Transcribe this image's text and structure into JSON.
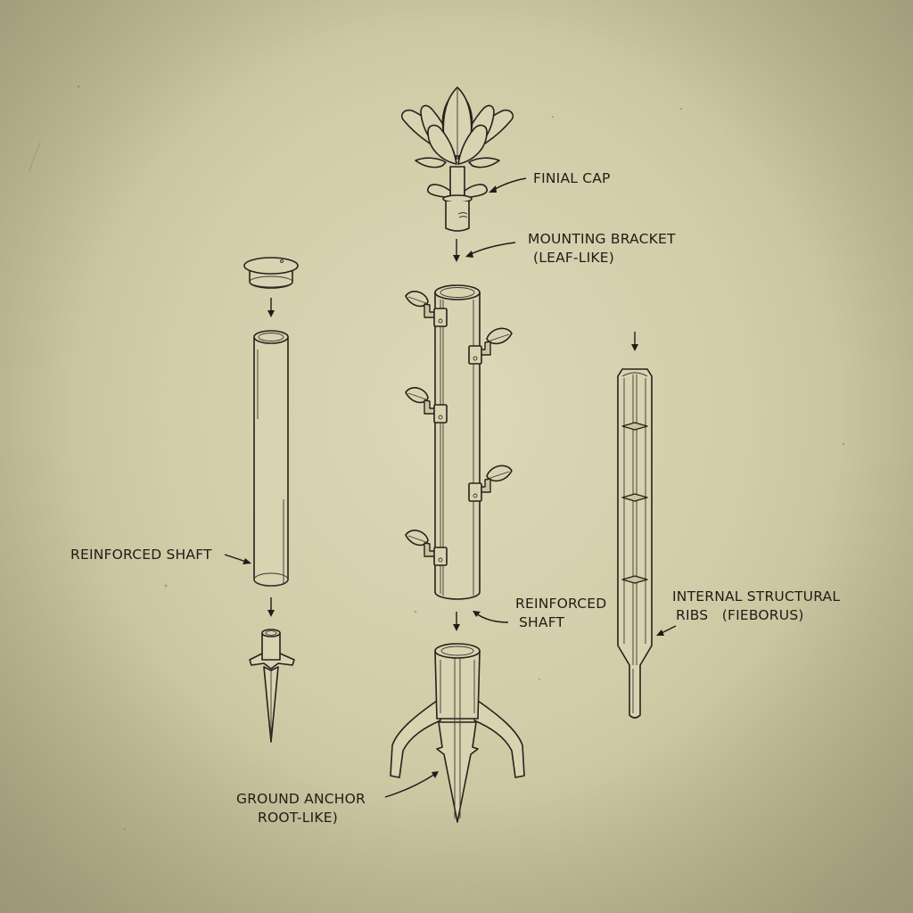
{
  "diagram": {
    "type": "exploded-assembly-illustration",
    "style": "patent-style line drawing on aged paper",
    "colors": {
      "paper": "#d6d0ae",
      "paper_edge": "#b3ad88",
      "ink": "#24221c"
    }
  },
  "labels": {
    "finial_cap": "FINIAL CAP",
    "mounting_bracket_line1": "MOUNTING BRACKET",
    "mounting_bracket_line2": "(LEAF-LIKE)",
    "reinforced_shaft_left": "REINFORCED SHAFT",
    "reinforced_shaft_center_line1": "REINFORCED",
    "reinforced_shaft_center_line2": "SHAFT",
    "internal_ribs_line1": "INTERNAL STRUCTURAL",
    "internal_ribs_line2": "RIBS   (FIEBORUS)",
    "ground_anchor_line1": "GROUND ANCHOR",
    "ground_anchor_line2": "ROOT-LIKE)"
  },
  "components": [
    {
      "id": "finial-cap",
      "name": "Finial Cap (lotus flower)",
      "column": "center"
    },
    {
      "id": "center-shaft",
      "name": "Center shaft with 5 leaf brackets",
      "column": "center",
      "bracket_count": 5
    },
    {
      "id": "ground-anchor",
      "name": "Ground anchor (root-like, 3 prongs)",
      "column": "center"
    },
    {
      "id": "end-cap",
      "name": "Top end cap",
      "column": "left"
    },
    {
      "id": "left-shaft",
      "name": "Reinforced shaft (plain tube)",
      "column": "left"
    },
    {
      "id": "ground-spike",
      "name": "Ground spike with flange",
      "column": "left"
    },
    {
      "id": "rib-core",
      "name": "Internal structural rib core",
      "column": "right",
      "rib_count": 3
    }
  ]
}
